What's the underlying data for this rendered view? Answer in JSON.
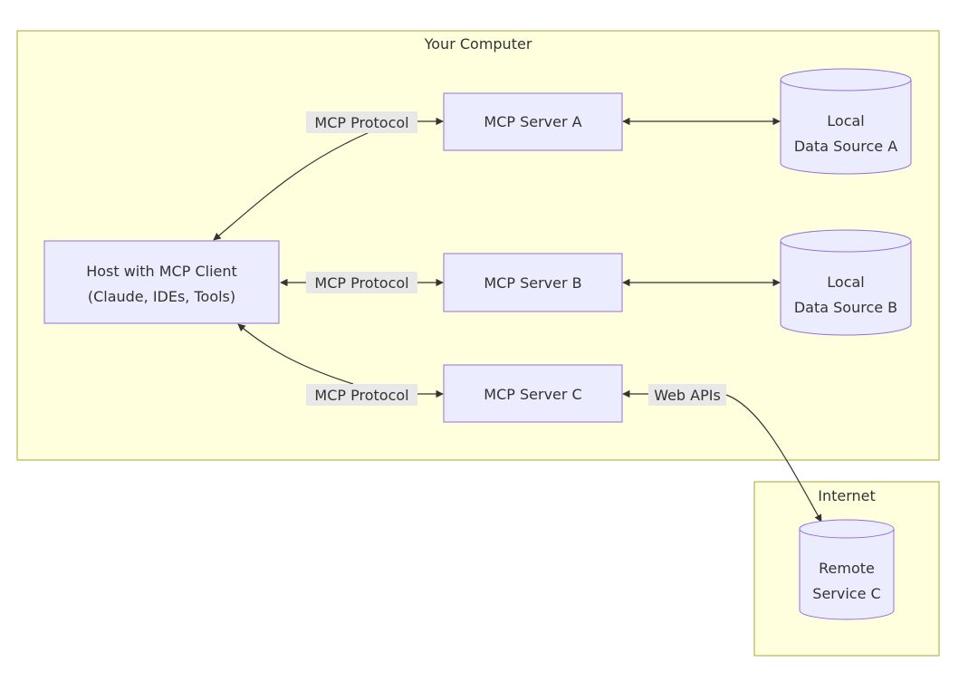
{
  "groups": {
    "computer": {
      "title": "Your Computer"
    },
    "internet": {
      "title": "Internet"
    }
  },
  "nodes": {
    "host": {
      "line1": "Host with MCP Client",
      "line2": "(Claude, IDEs, Tools)"
    },
    "server_a": {
      "label": "MCP Server A"
    },
    "server_b": {
      "label": "MCP Server B"
    },
    "server_c": {
      "label": "MCP Server C"
    },
    "data_a": {
      "line1": "Local",
      "line2": "Data Source A"
    },
    "data_b": {
      "line1": "Local",
      "line2": "Data Source B"
    },
    "remote_c": {
      "line1": "Remote",
      "line2": "Service C"
    }
  },
  "edges": {
    "host_a": {
      "label": "MCP Protocol"
    },
    "host_b": {
      "label": "MCP Protocol"
    },
    "host_c": {
      "label": "MCP Protocol"
    },
    "c_remote": {
      "label": "Web APIs"
    }
  },
  "colors": {
    "group_fill": "#ffffde",
    "group_stroke": "#aaaa33",
    "node_fill": "#ececff",
    "node_stroke": "#9370db",
    "edge": "#333333",
    "edge_label_bg": "#e8e8e8"
  }
}
